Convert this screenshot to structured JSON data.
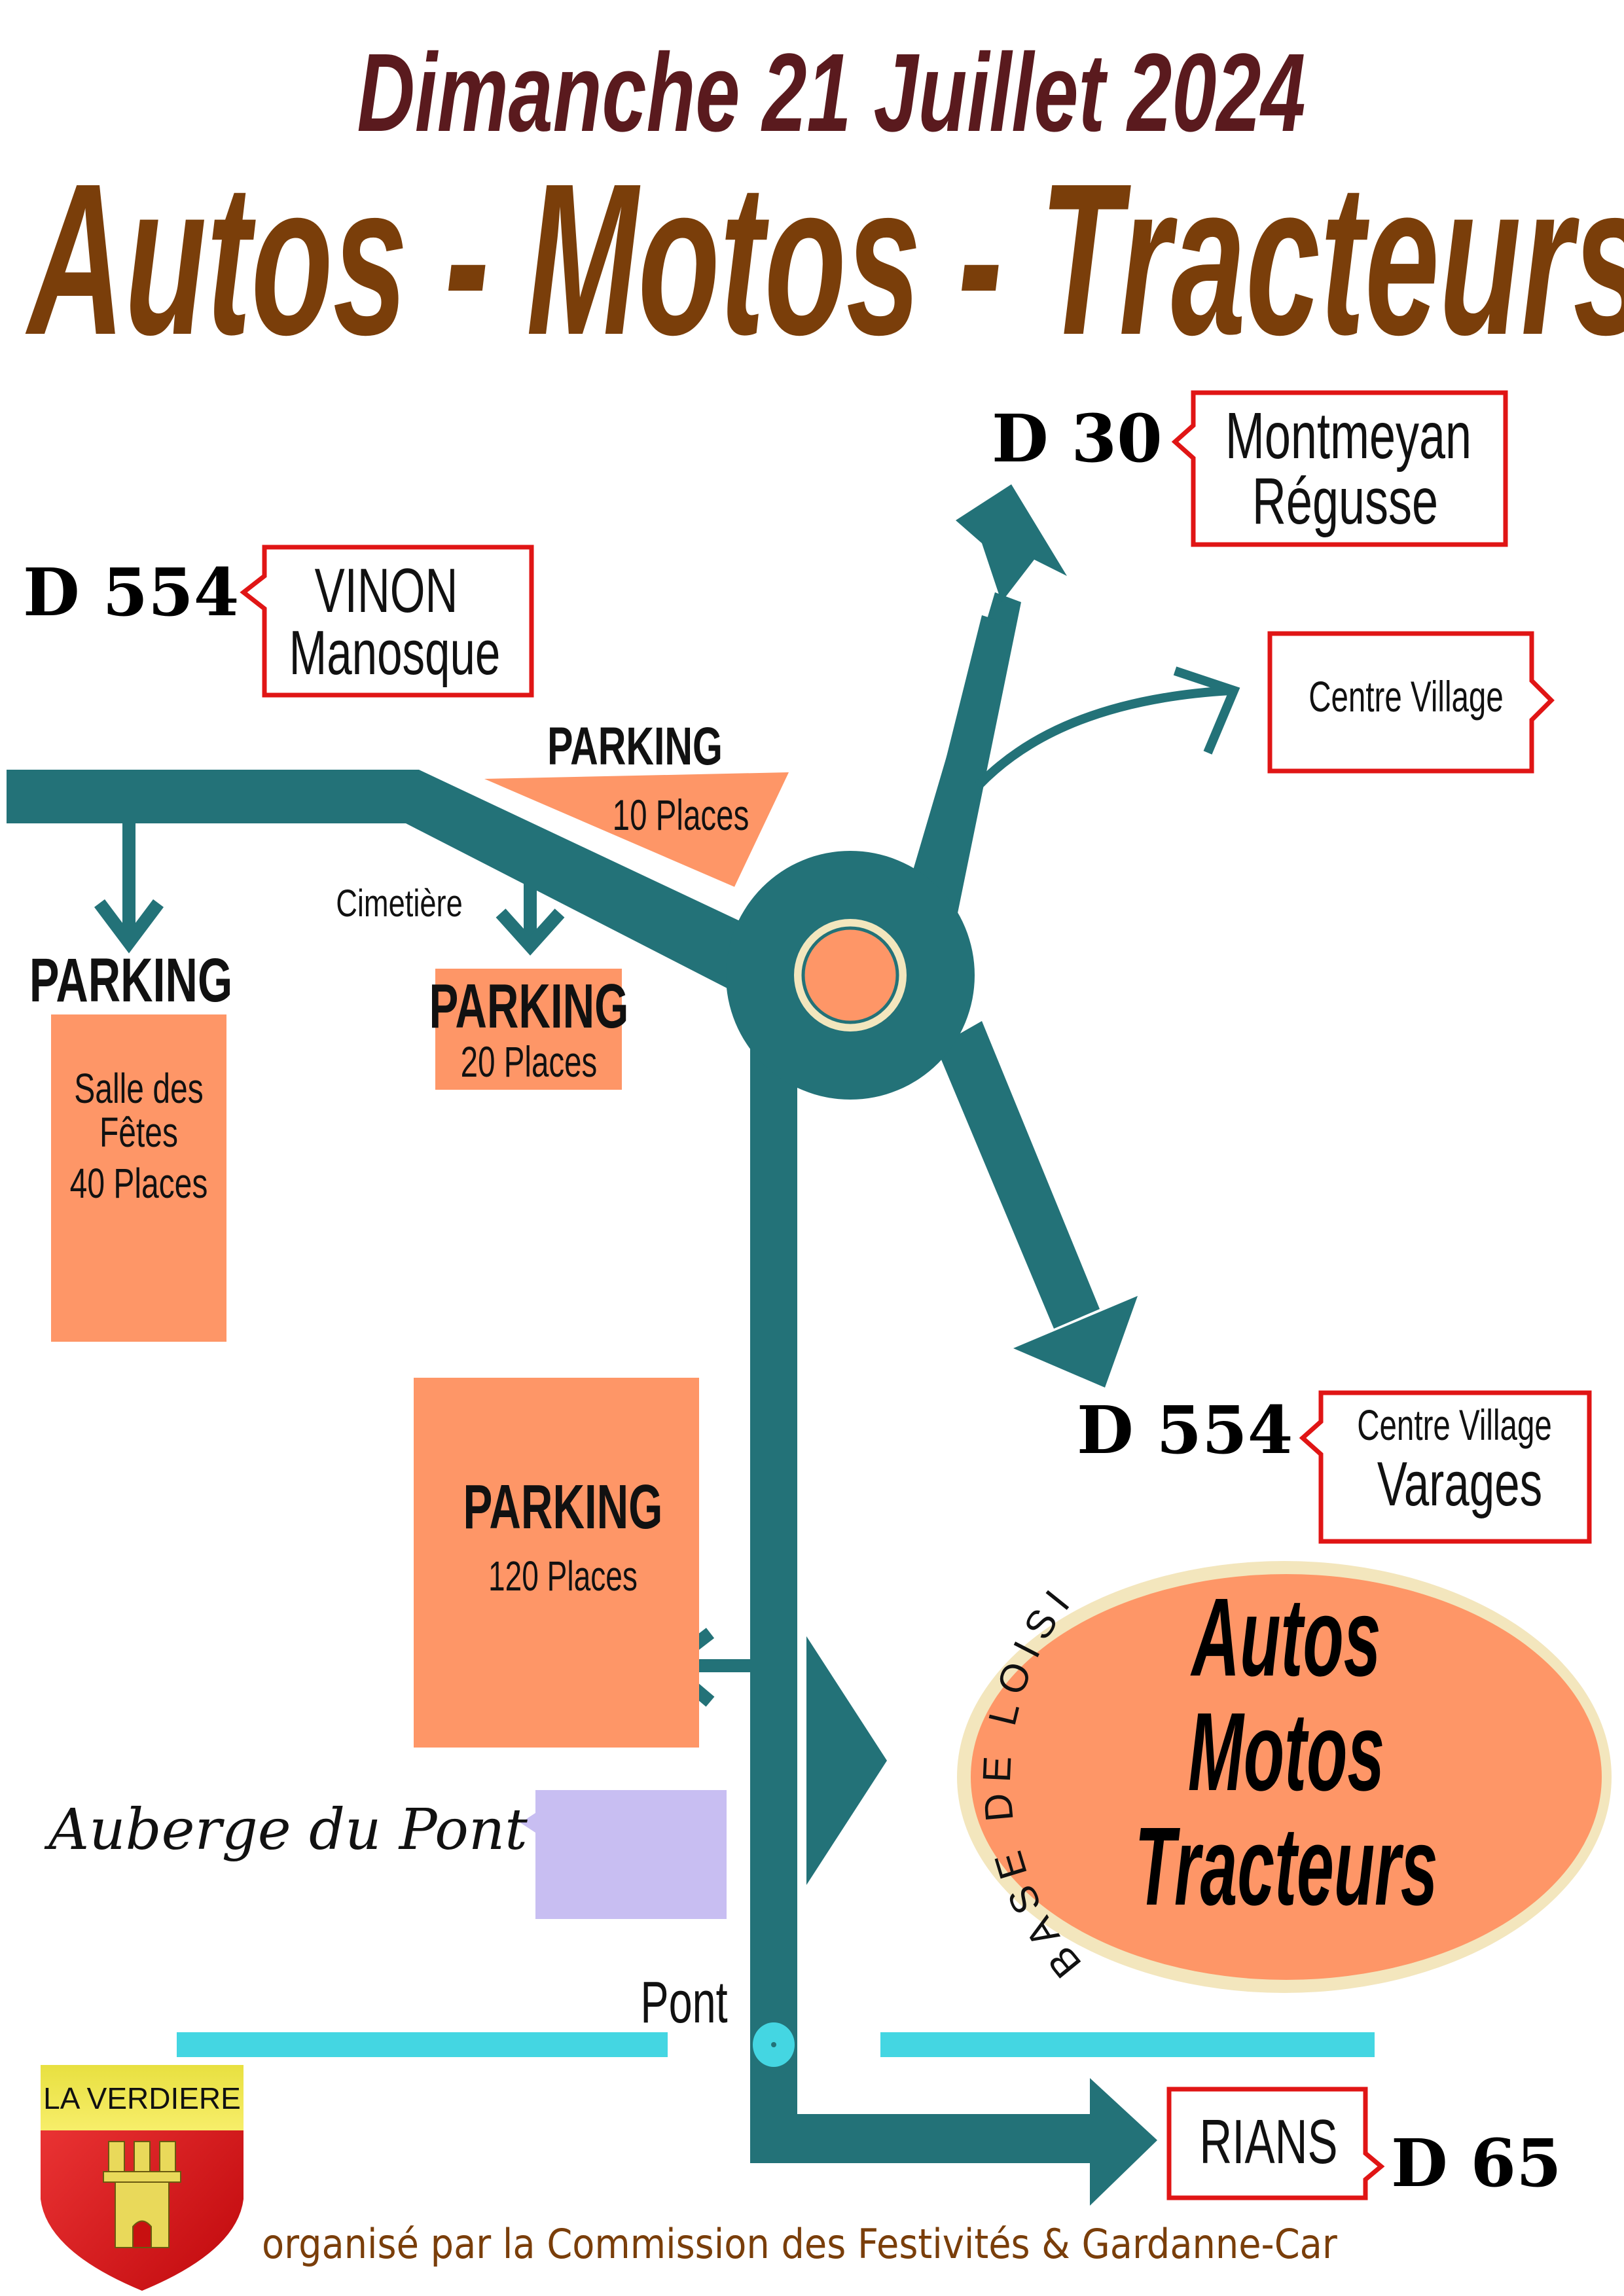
{
  "header": {
    "date": "Dimanche 21 Juillet 2024",
    "title": "Autos - Motos - Tracteurs"
  },
  "colors": {
    "road": "#237278",
    "parking": "#fe9667",
    "sign_border": "#e01515",
    "river": "#44d6e2",
    "date_text": "#5a1a1e",
    "title_text": "#7a3e0a",
    "footer_text": "#7a3e0a",
    "auberge": "#c8bef2",
    "ring": "#f3e6bd"
  },
  "directions": [
    {
      "road": "D 554",
      "destinations": [
        "VINON",
        "Manosque"
      ]
    },
    {
      "road": "D 30",
      "destinations": [
        "Montmeyan",
        "Régusse"
      ]
    },
    {
      "road": "",
      "destinations": [
        "Centre Village"
      ]
    },
    {
      "road": "D 554",
      "destinations": [
        "Centre Village",
        "Varages"
      ]
    },
    {
      "road": "D 65",
      "destinations": [
        "RIANS"
      ]
    }
  ],
  "parkings": [
    {
      "title": "PARKING",
      "detail": "10 Places"
    },
    {
      "title": "PARKING",
      "detail_lines": [
        "Salle des",
        "Fêtes",
        "40 Places"
      ]
    },
    {
      "title": "PARKING",
      "detail": "20 Places",
      "landmark": "Cimetière"
    },
    {
      "title": "PARKING",
      "detail": "120 Places"
    }
  ],
  "landmarks": {
    "auberge": "Auberge du Pont",
    "bridge": "Pont"
  },
  "venue": {
    "arc_label": "BASE DE LOISIRS",
    "lines": [
      "Autos",
      "Motos",
      "Tracteurs"
    ]
  },
  "crest": {
    "label": "LA VERDIERE"
  },
  "footer": {
    "organizer": "organisé par la Commission des Festivités & Gardanne-Car"
  }
}
